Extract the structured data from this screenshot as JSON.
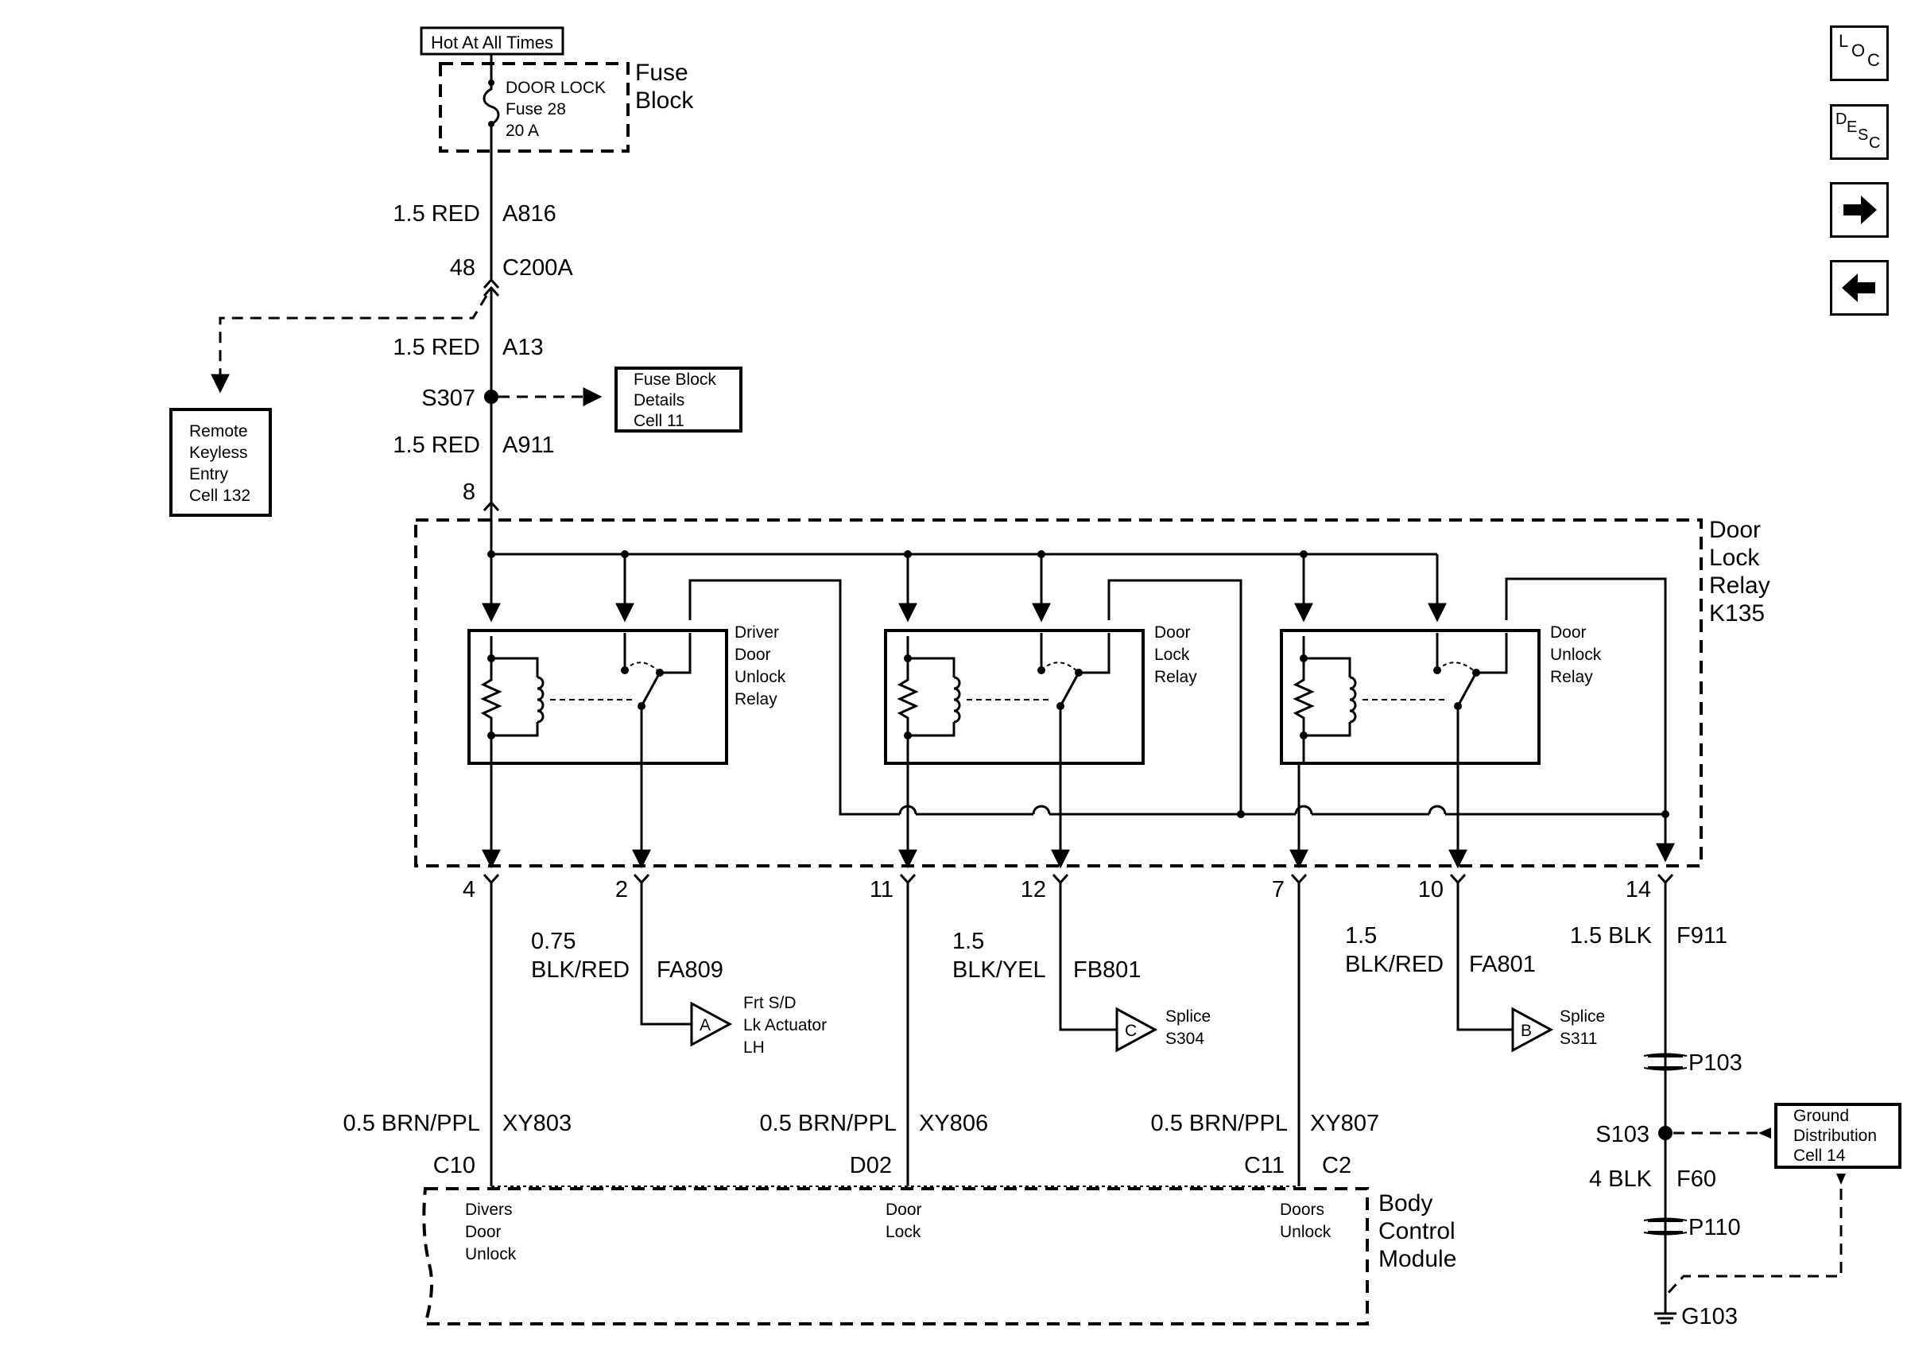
{
  "power": {
    "title": "Hot At All Times"
  },
  "fuse_block": {
    "label_l1": "Fuse",
    "label_l2": "Block",
    "fuse_name": "DOOR LOCK",
    "fuse_num": "Fuse 28",
    "fuse_rating": "20 A"
  },
  "wires": {
    "a816_gauge": "1.5 RED",
    "a816_circuit": "A816",
    "c200a_pin": "48",
    "c200a_name": "C200A",
    "a13_gauge": "1.5 RED",
    "a13_circuit": "A13",
    "s307": "S307",
    "a911_gauge": "1.5 RED",
    "a911_circuit": "A911",
    "pin8": "8"
  },
  "refs": {
    "remote_keyless": [
      "Remote",
      "Keyless",
      "Entry",
      "Cell 132"
    ],
    "fuse_block_details": [
      "Fuse Block",
      "Details",
      "Cell 11"
    ],
    "ground_distribution": [
      "Ground",
      "Distribution",
      "Cell 14"
    ]
  },
  "relay_assembly": {
    "label": [
      "Door",
      "Lock",
      "Relay",
      "K135"
    ]
  },
  "relays": [
    {
      "label": [
        "Driver",
        "Door",
        "Unlock",
        "Relay"
      ]
    },
    {
      "label": [
        "Door",
        "Lock",
        "Relay"
      ]
    },
    {
      "label": [
        "Door",
        "Unlock",
        "Relay"
      ]
    }
  ],
  "pins": {
    "p4": "4",
    "p2": "2",
    "p11": "11",
    "p12": "12",
    "p7": "7",
    "p10": "10",
    "p14": "14"
  },
  "outputs": {
    "fa809_gauge_l1": "0.75",
    "fa809_gauge_l2": "BLK/RED",
    "fa809_circuit": "FA809",
    "fb801_gauge_l1": "1.5",
    "fb801_gauge_l2": "BLK/YEL",
    "fb801_circuit": "FB801",
    "fa801_gauge_l1": "1.5",
    "fa801_gauge_l2": "BLK/RED",
    "fa801_circuit": "FA801",
    "f911_gauge": "1.5 BLK",
    "f911_circuit": "F911"
  },
  "offpage": {
    "a_letter": "A",
    "a_desc": [
      "Frt S/D",
      "Lk Actuator",
      "LH"
    ],
    "c_letter": "C",
    "c_desc": [
      "Splice",
      "S304"
    ],
    "b_letter": "B",
    "b_desc": [
      "Splice",
      "S311"
    ]
  },
  "bcm_wires": {
    "xy803_gauge": "0.5 BRN/PPL",
    "xy803_circuit": "XY803",
    "xy806_gauge": "0.5 BRN/PPL",
    "xy806_circuit": "XY806",
    "xy807_gauge": "0.5 BRN/PPL",
    "xy807_circuit": "XY807",
    "c10": "C10",
    "d02": "D02",
    "c11": "C11",
    "c2": "C2"
  },
  "bcm": {
    "label": [
      "Body",
      "Control",
      "Module"
    ],
    "in_driver_unlock": [
      "Divers",
      "Door",
      "Unlock"
    ],
    "in_door_lock": [
      "Door",
      "Lock"
    ],
    "in_doors_unlock": [
      "Doors",
      "Unlock"
    ]
  },
  "ground": {
    "p103": "P103",
    "s103": "S103",
    "f60_gauge": "4 BLK",
    "f60_circuit": "F60",
    "p110": "P110",
    "g103": "G103"
  },
  "nav": {
    "loc_icon": "loc-icon",
    "desc_icon": "desc-icon",
    "next_icon": "arrow-right-icon",
    "prev_icon": "arrow-left-icon"
  }
}
